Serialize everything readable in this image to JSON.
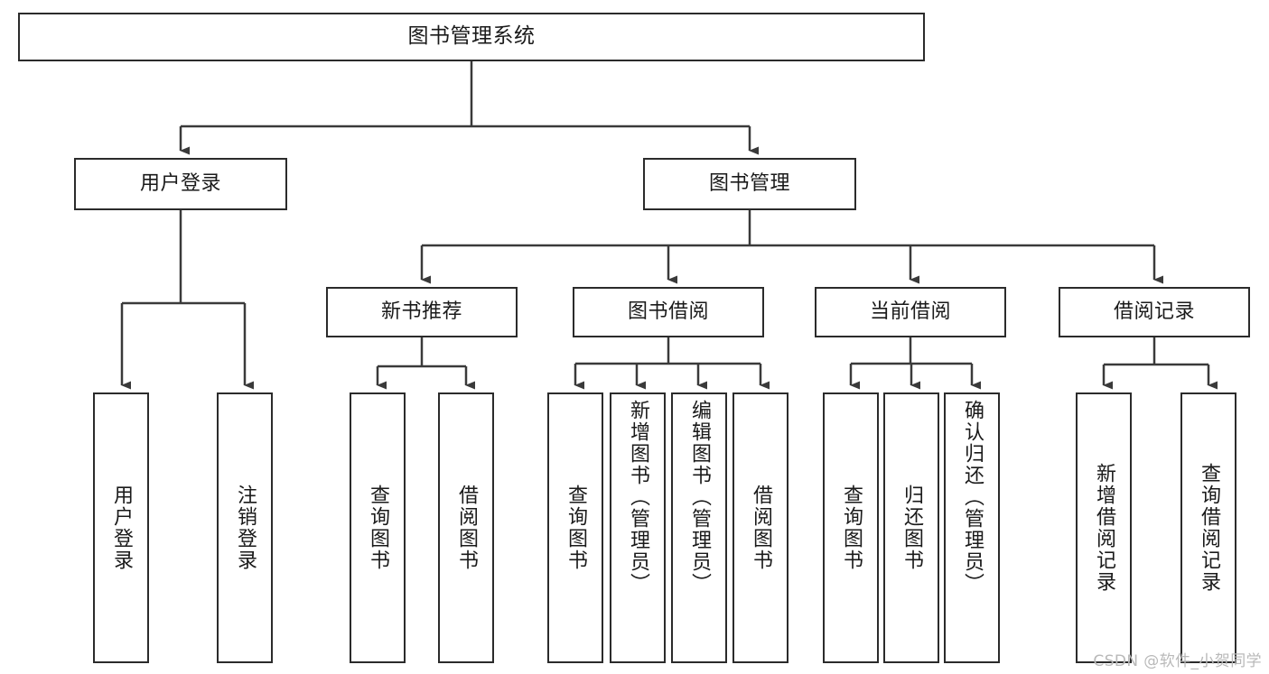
{
  "diagram": {
    "title": "图书管理系统",
    "watermark": "CSDN @软件_小贺同学",
    "colors": {
      "box_border": "#2b2b2b",
      "box_fill": "#ffffff",
      "edge": "#3a3a3a",
      "text": "#1a1a1a",
      "watermark": "#b9b9b9",
      "background": "#ffffff"
    },
    "type": "tree-hierarchy",
    "levels": 4,
    "nodes": {
      "root": {
        "label": "图书管理系统"
      },
      "level2": [
        {
          "id": "user-login",
          "label": "用户登录"
        },
        {
          "id": "book-manage",
          "label": "图书管理"
        }
      ],
      "level3": [
        {
          "id": "new-book-rec",
          "label": "新书推荐"
        },
        {
          "id": "book-borrow",
          "label": "图书借阅"
        },
        {
          "id": "current-borrow",
          "label": "当前借阅"
        },
        {
          "id": "borrow-record",
          "label": "借阅记录"
        }
      ],
      "leaves": {
        "user_login": [
          {
            "id": "leaf-user-login",
            "label": "用户登录"
          },
          {
            "id": "leaf-logout",
            "label": "注销登录"
          }
        ],
        "new_book_rec": [
          {
            "id": "leaf-query-book-1",
            "label": "查询图书"
          },
          {
            "id": "leaf-borrow-book-1",
            "label": "借阅图书"
          }
        ],
        "book_borrow": [
          {
            "id": "leaf-query-book-2",
            "label": "查询图书"
          },
          {
            "id": "leaf-add-book",
            "label": "新增图书（管理员）"
          },
          {
            "id": "leaf-edit-book",
            "label": "编辑图书（管理员）"
          },
          {
            "id": "leaf-borrow-book-2",
            "label": "借阅图书"
          }
        ],
        "current_borrow": [
          {
            "id": "leaf-query-book-3",
            "label": "查询图书"
          },
          {
            "id": "leaf-return-book",
            "label": "归还图书"
          },
          {
            "id": "leaf-confirm-return",
            "label": "确认归还（管理员）"
          }
        ],
        "borrow_record": [
          {
            "id": "leaf-add-record",
            "label": "新增借阅记录"
          },
          {
            "id": "leaf-query-record",
            "label": "查询借阅记录"
          }
        ]
      }
    }
  }
}
